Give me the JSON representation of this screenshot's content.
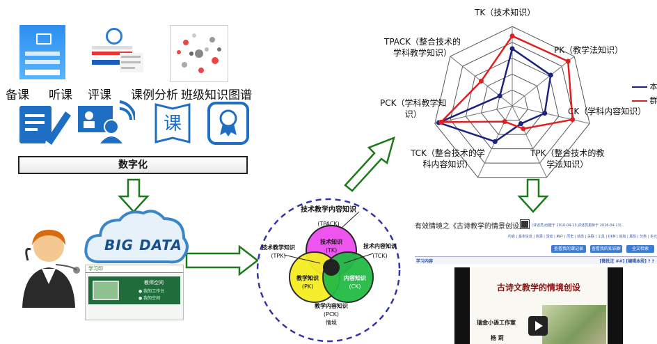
{
  "tools": {
    "labels": [
      "备课",
      "听课",
      "评课",
      "课例分析",
      "班级知识图谱"
    ],
    "icons": [
      "edit-pen-icon",
      "video-conference-icon",
      "course-book-icon",
      "certificate-badge-icon"
    ],
    "icon_color": "#1e6fc4"
  },
  "banner": {
    "label": "数字化"
  },
  "cloud": {
    "label": "BIG DATA"
  },
  "platform": {
    "brand": "学习印",
    "panel_title": "教师空间",
    "items": [
      "● 我的工作台",
      "● 我的空间"
    ]
  },
  "venn": {
    "title": "技术教学内容知识",
    "tpack": "(TPACK)",
    "tk": [
      "技术知识",
      "(TK)"
    ],
    "pk": [
      "教学知识",
      "(PK)"
    ],
    "ck": [
      "内容知识",
      "(CK)"
    ],
    "tpk": [
      "技术教学知识",
      "(TPK)"
    ],
    "tck": [
      "技术内容知识",
      "(TCK)"
    ],
    "pck": [
      "教学内容知识",
      "(PCK)"
    ],
    "context": "情境",
    "colors": {
      "tk": "#ee55ee",
      "pk": "#f5ee22",
      "ck": "#22bb44",
      "center": "#222222"
    }
  },
  "radar": {
    "axes": [
      [
        "TK（技术知识）"
      ],
      [
        "PK（教学法知识）"
      ],
      [
        "CK（学科内容知识）"
      ],
      [
        "TPK（整合技术的教",
        "学法知识）"
      ],
      [
        "TCK（整合技术的学",
        "科内容知识）"
      ],
      [
        "PCK（学科教学知",
        "识）"
      ],
      [
        "TPACK（整合技术的",
        "学科教学知识）"
      ]
    ],
    "legend": [
      "本人",
      "群体"
    ],
    "colors": {
      "self": "#1a237e",
      "group": "#e02020"
    }
  },
  "chart_data": {
    "type": "radar",
    "categories": [
      "TK",
      "PK",
      "CK",
      "TPK",
      "TCK",
      "PCK",
      "TPACK"
    ],
    "series": [
      {
        "name": "本人",
        "values": [
          0.72,
          0.62,
          0.42,
          0.25,
          0.5,
          0.95,
          0.2
        ]
      },
      {
        "name": "群体",
        "values": [
          0.88,
          0.9,
          0.78,
          0.32,
          0.22,
          0.92,
          0.5
        ]
      }
    ],
    "ylim": [
      0,
      1
    ]
  },
  "webpage": {
    "title_prefix": "有效情境之《古诗教学的情景创设》",
    "meta": "(评述员)创建于 2016-04-13,评述员更新于 2016-04-13)",
    "nav": "内容 | 基本信息 | 资源 | 活动 | 用户 | 历史 | 动态 | 关联 | 工具 | DKN | 追加 | 属性 | 分类 | 多元",
    "buttons": [
      "查看我的课记录",
      "查看我的知识群",
      "全文检索"
    ],
    "section": "学习内容",
    "section_links": "[微批注 ##] [编辑本段] ? ?",
    "slide_title": "古诗文教学的情境创设",
    "studio": "瑞金小语工作室",
    "author": "杨 莉"
  }
}
